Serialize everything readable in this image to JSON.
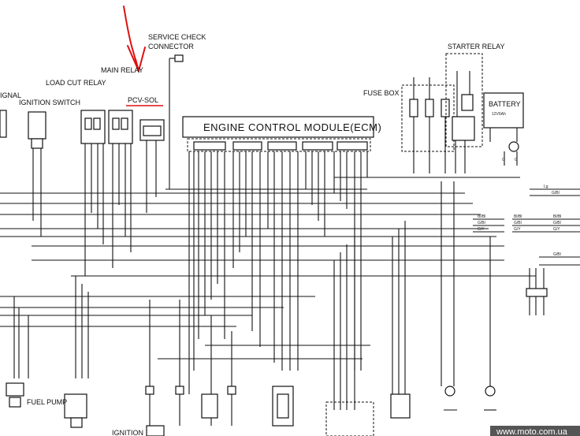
{
  "labels": {
    "service_check": "SERVICE CHECK",
    "connector": "CONNECTOR",
    "main_relay": "MAIN RELAY",
    "load_cut_relay": "LOAD CUT RELAY",
    "ignition_switch": "IGNITION SWITCH",
    "pcv_sol": "PCV-SOL",
    "ecm": "ENGINE CONTROL MODULE(ECM)",
    "fuse_box": "FUSE BOX",
    "starter_relay": "STARTER RELAY",
    "battery": "BATTERY",
    "battery_spec": "12V6Ah",
    "fuel_pump": "FUEL PUMP",
    "ignition": "IGNITION",
    "signal_partial": "IGNAL",
    "watermark": "www.moto.com.ua"
  },
  "wire_codes": {
    "right_bundle_1": [
      "Lg",
      "G/Bl"
    ],
    "right_bundle_2": [
      "Bl/Bl",
      "G/Bl",
      "G/Y"
    ],
    "right_bundle_2_out": [
      "Bl/Bl",
      "G/Bl",
      "G/Y"
    ],
    "right_bundle_3": [
      "Bl/Bl",
      "G/Bl",
      "G/Y"
    ],
    "right_bundle_4": [
      "G/Bl"
    ],
    "battery_ground": [
      "G",
      "G"
    ]
  },
  "colors": {
    "ink": "#111111",
    "annotation": "#dd1111",
    "watermark_bg": "#555555"
  }
}
